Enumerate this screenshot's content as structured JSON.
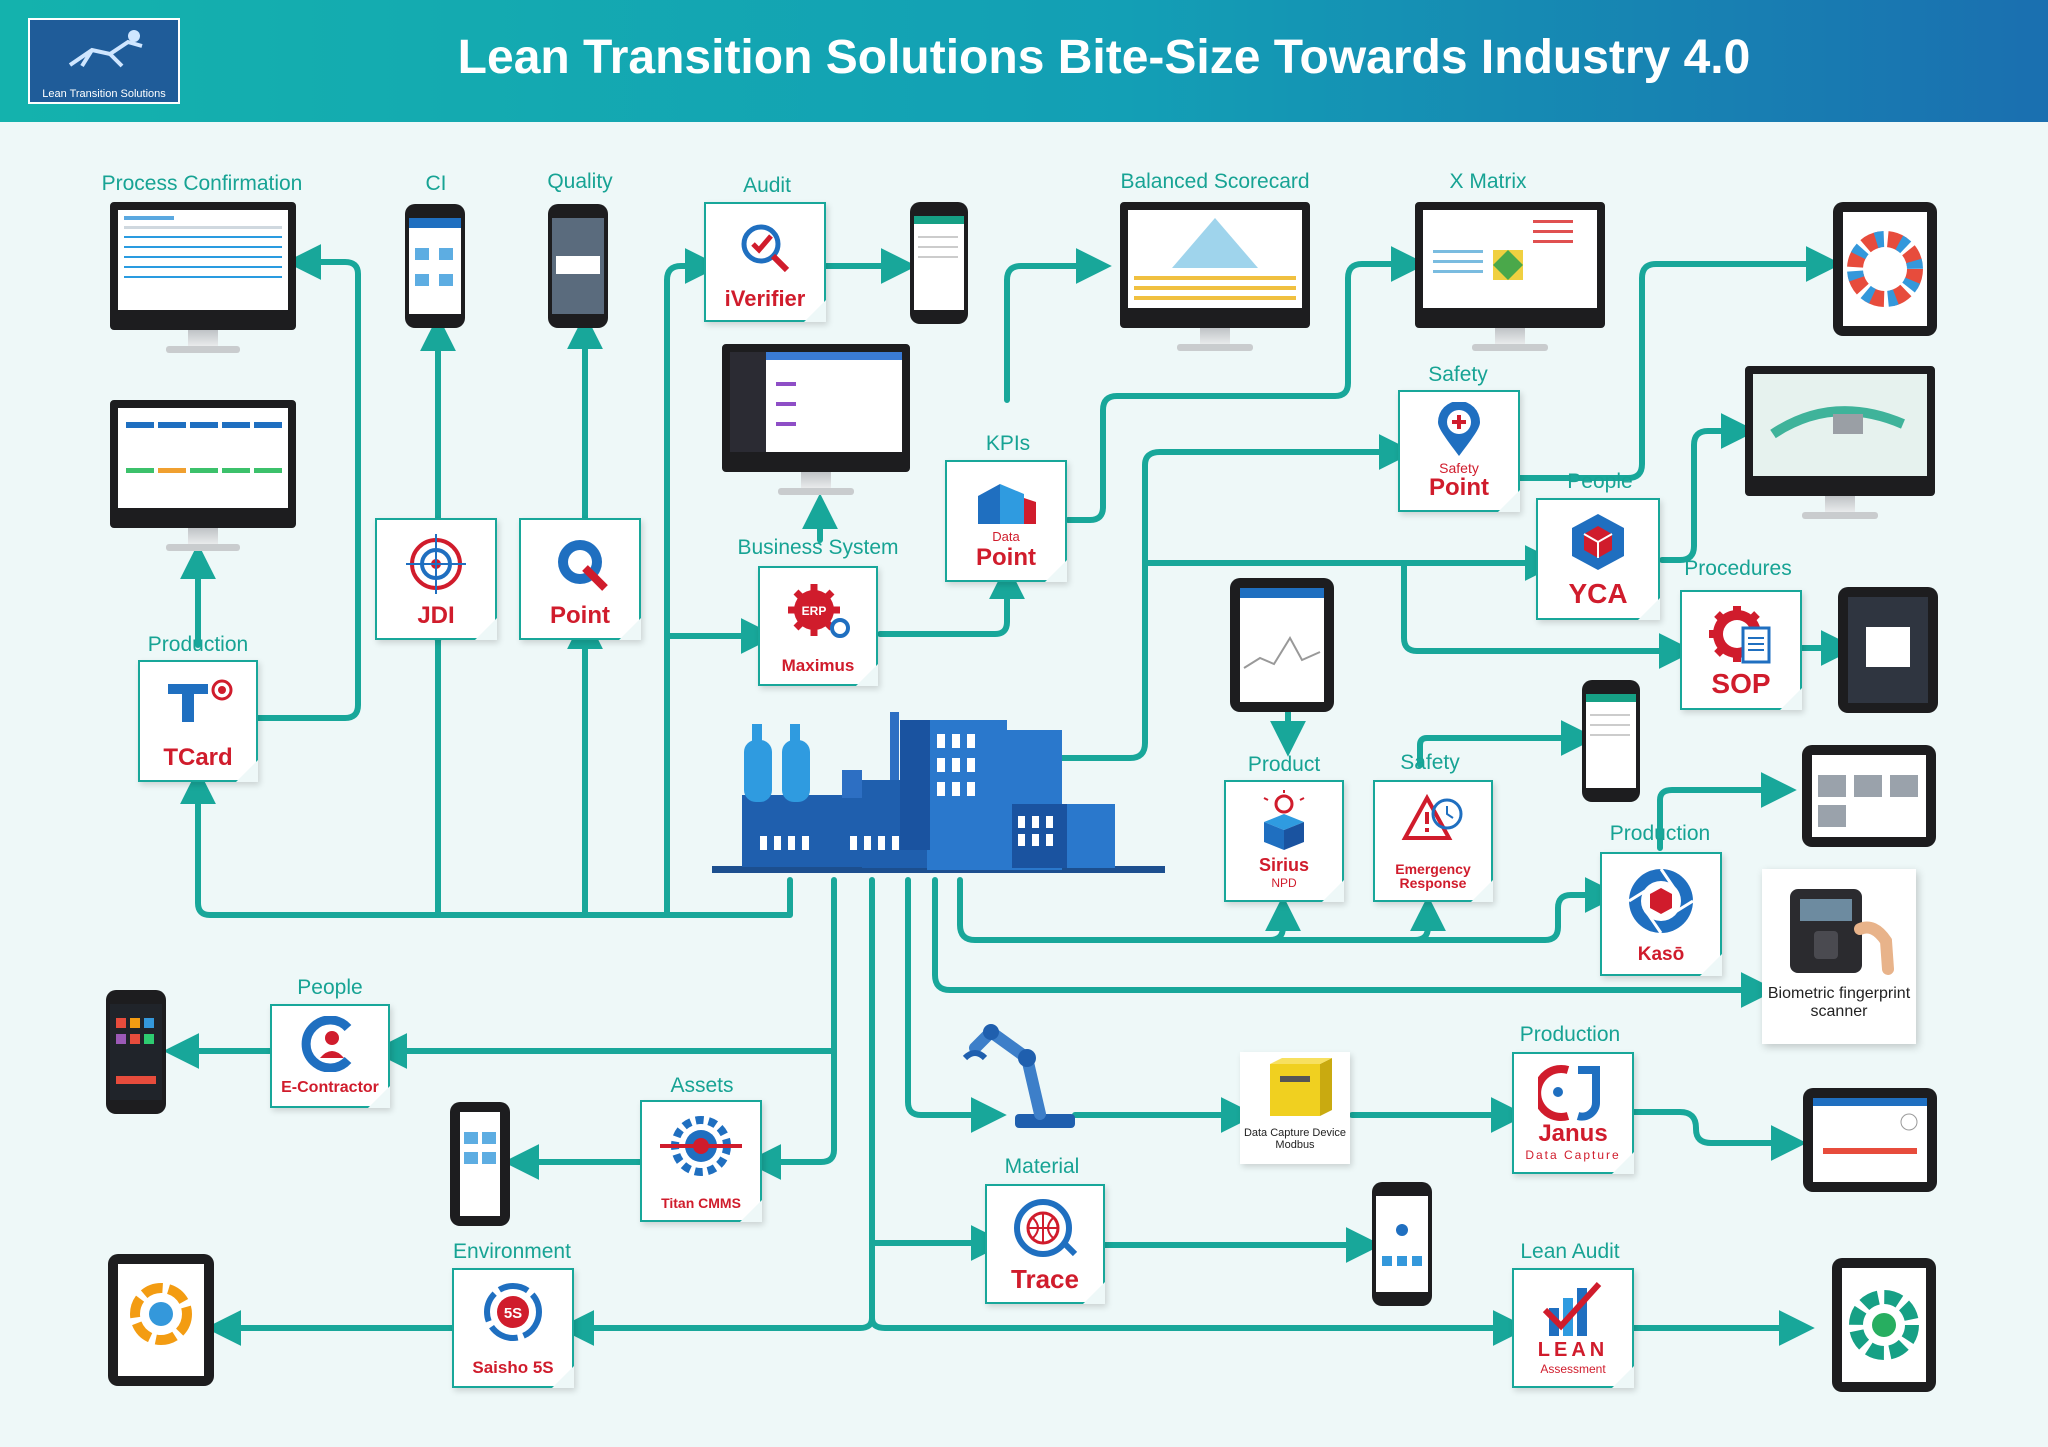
{
  "header": {
    "title": "Lean Transition Solutions Bite-Size Towards Industry 4.0",
    "logo_text": "Lean Transition Solutions"
  },
  "labels": {
    "process_confirmation": "Process Confirmation",
    "ci": "CI",
    "quality": "Quality",
    "audit": "Audit",
    "balanced_scorecard": "Balanced Scorecard",
    "x_matrix": "X Matrix",
    "safety_top": "Safety",
    "kpis": "KPIs",
    "people_top": "People",
    "business_system": "Business System",
    "procedures": "Procedures",
    "production_left": "Production",
    "product": "Product",
    "safety_mid": "Safety",
    "production_right": "Production",
    "people_left": "People",
    "assets": "Assets",
    "material": "Material",
    "production_bottom": "Production",
    "environment": "Environment",
    "lean_audit": "Lean Audit"
  },
  "tiles": {
    "tcard": "TCard",
    "jdi": "JDI",
    "qpoint": "Point",
    "iverifier": "iVerifier",
    "maximus": "Maximus",
    "datapoint_small": "Data",
    "datapoint": "Point",
    "safetypoint_small": "Safety",
    "safetypoint": "Point",
    "yca": "YCA",
    "sop": "SOP",
    "sirius": "Sirius",
    "sirius_sub": "NPD",
    "emergency": "Emergency Response",
    "kaso": "Kasō",
    "econtractor": "E-Contractor",
    "titan": "Titan CMMS",
    "trace": "Trace",
    "janus": "Janus",
    "janus_sub": "Data Capture",
    "saisho": "Saisho 5S",
    "lean": "LEAN",
    "lean_sub": "Assessment"
  },
  "devices": {
    "modbus": "Data Capture Device Modbus",
    "biometric": "Biometric fingerprint scanner"
  },
  "colors": {
    "teal": "#18a79a",
    "red": "#d01c2c",
    "factory_blue": "#1f6fc0"
  }
}
